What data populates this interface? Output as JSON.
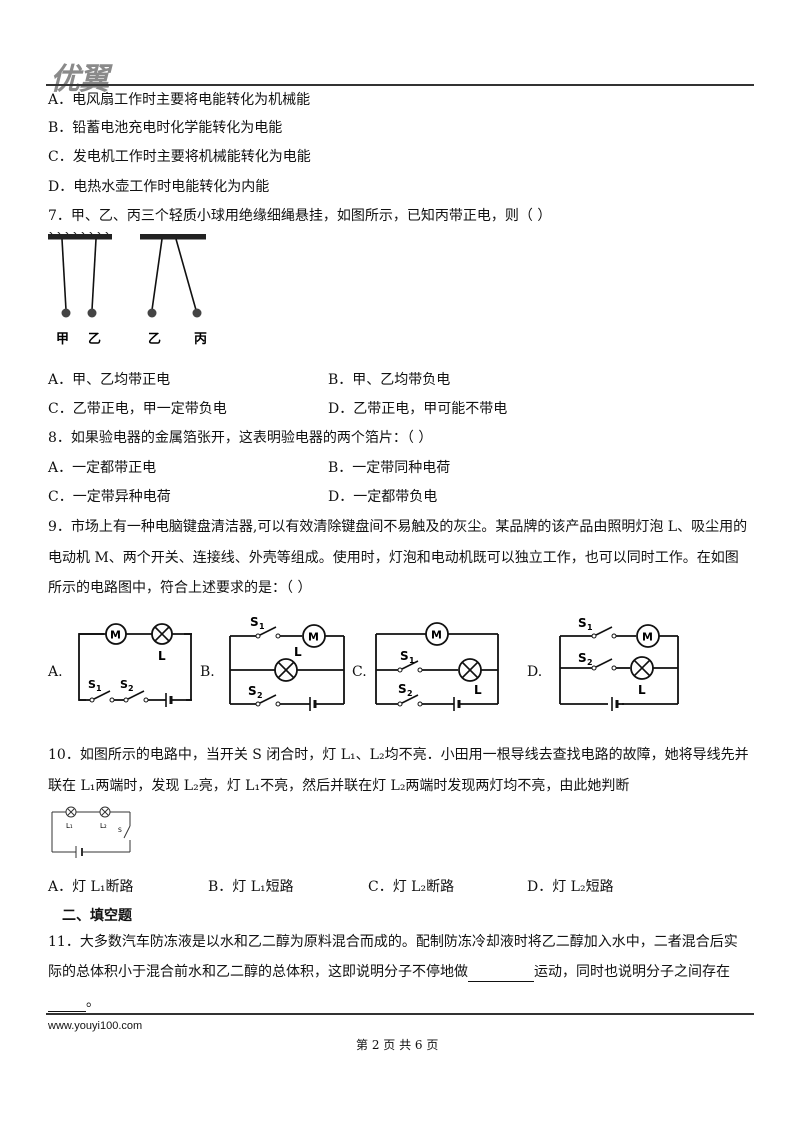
{
  "header": {
    "logo": "优翼"
  },
  "q6": {
    "A": "A．电风扇工作时主要将电能转化为机械能",
    "B": "B．铅蓄电池充电时化学能转化为电能",
    "C": "C．发电机工作时主要将机械能转化为电能",
    "D": "D．电热水壶工作时电能转化为内能"
  },
  "q7": {
    "stem": "7．甲、乙、丙三个轻质小球用绝缘细绳悬挂，如图所示，已知丙带正电，则（   ）",
    "fig_labels": [
      "甲",
      "乙",
      "乙",
      "丙"
    ],
    "A": "A．甲、乙均带正电",
    "B": "B．甲、乙均带负电",
    "C": "C．乙带正电，甲一定带负电",
    "D": "D．乙带正电，甲可能不带电"
  },
  "q8": {
    "stem": "8．如果验电器的金属箔张开，这表明验电器的两个箔片：（     ）",
    "A": "A．一定都带正电",
    "B": "B．一定带同种电荷",
    "C": "C．一定带异种电荷",
    "D": "D．一定都带负电"
  },
  "q9": {
    "line1": "9．市场上有一种电脑键盘清洁器,可以有效清除键盘间不易触及的灰尘。某品牌的该产品由照明灯泡 L、吸尘用的",
    "line2": "电动机 M、两个开关、连接线、外壳等组成。使用时，灯泡和电动机既可以独立工作，也可以同时工作。在如图",
    "line3": "所示的电路图中，符合上述要求的是：（     ）",
    "opt_labels": [
      "A.",
      "B.",
      "C.",
      "D."
    ],
    "sym": {
      "M": "M",
      "L": "L",
      "S": "S",
      "s1": "1",
      "s2": "2"
    }
  },
  "q10": {
    "line1": "10．如图所示的电路中，当开关 S 闭合时，灯 L₁、L₂均不亮．小田用一根导线去查找电路的故障，她将导线先并",
    "line2": "联在 L₁两端时，发现 L₂亮，灯 L₁不亮，然后并联在灯 L₂两端时发现两灯均不亮，由此她判断",
    "fig": {
      "l1": "L₁",
      "l2": "L₂",
      "s": "S"
    },
    "A": "A．灯 L₁断路",
    "B": "B．灯 L₁短路",
    "C": "C．灯 L₂断路",
    "D": "D．灯 L₂短路"
  },
  "section2": {
    "title": "二、填空题"
  },
  "q11": {
    "line1": "11．大多数汽车防冻液是以水和乙二醇为原料混合而成的。配制防冻冷却液时将乙二醇加入水中，二者混合后实",
    "line2_a": "际的总体积小于混合前水和乙二醇的总体积，这即说明分子不停地做",
    "line2_b": "运动，同时也说明分子之间存在",
    "line3_end": "。"
  },
  "footer": {
    "site": "www.youyi100.com",
    "page": "第 2 页 共 6 页"
  }
}
